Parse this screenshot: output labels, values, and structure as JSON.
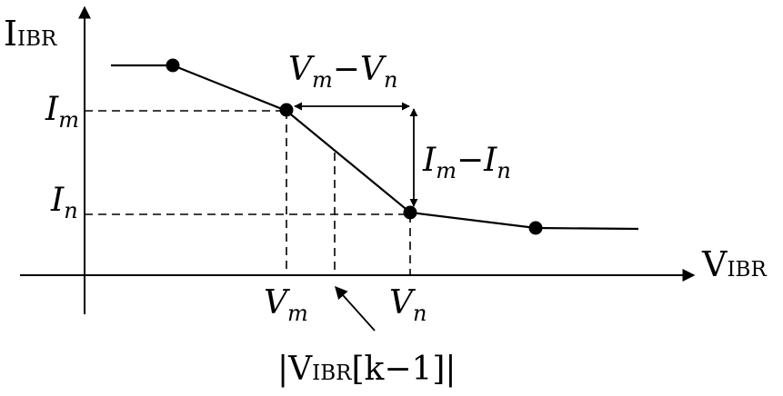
{
  "y_axis": {
    "main": "I",
    "sub": "IBR"
  },
  "x_axis": {
    "main": "V",
    "sub": "IBR"
  },
  "points": {
    "i_m": {
      "main": "I",
      "sub": "m"
    },
    "i_n": {
      "main": "I",
      "sub": "n"
    },
    "v_m": {
      "main": "V",
      "sub": "m"
    },
    "v_n": {
      "main": "V",
      "sub": "n"
    }
  },
  "delta_v": {
    "a": "V",
    "a_sub": "m",
    "op": "−",
    "b": "V",
    "b_sub": "n"
  },
  "delta_i": {
    "a": "I",
    "a_sub": "m",
    "op": "−",
    "b": "I",
    "b_sub": "n"
  },
  "prev_voltage": {
    "open": "|V",
    "sub": "IBR",
    "close": "[k−1]|"
  }
}
